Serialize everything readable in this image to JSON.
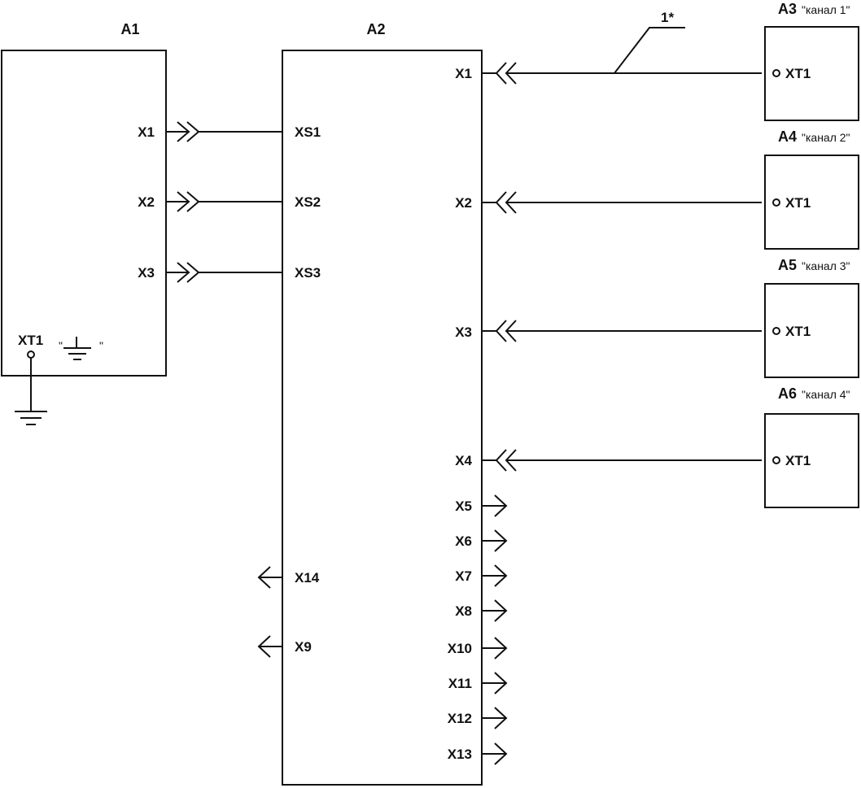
{
  "colors": {
    "ink": "#111111",
    "paper": "#ffffff"
  },
  "a1": {
    "title": "A1",
    "x1": "X1",
    "x2": "X2",
    "x3": "X3",
    "xt1": "XT1",
    "ground_quote_open": "\"",
    "ground_quote_close": "\""
  },
  "a2": {
    "title": "A2",
    "xs1": "XS1",
    "xs2": "XS2",
    "xs3": "XS3",
    "x14": "X14",
    "x9": "X9",
    "x1": "X1",
    "x2": "X2",
    "x3": "X3",
    "x4": "X4",
    "x5": "X5",
    "x6": "X6",
    "x7": "X7",
    "x8": "X8",
    "x10": "X10",
    "x11": "X11",
    "x12": "X12",
    "x13": "X13"
  },
  "cable_mark": "1*",
  "channels": [
    {
      "title": "A3",
      "caption": "\"канал 1\"",
      "terminal": "XT1"
    },
    {
      "title": "A4",
      "caption": "\"канал 2\"",
      "terminal": "XT1"
    },
    {
      "title": "A5",
      "caption": "\"канал 3\"",
      "terminal": "XT1"
    },
    {
      "title": "A6",
      "caption": "\"канал 4\"",
      "terminal": "XT1"
    }
  ]
}
